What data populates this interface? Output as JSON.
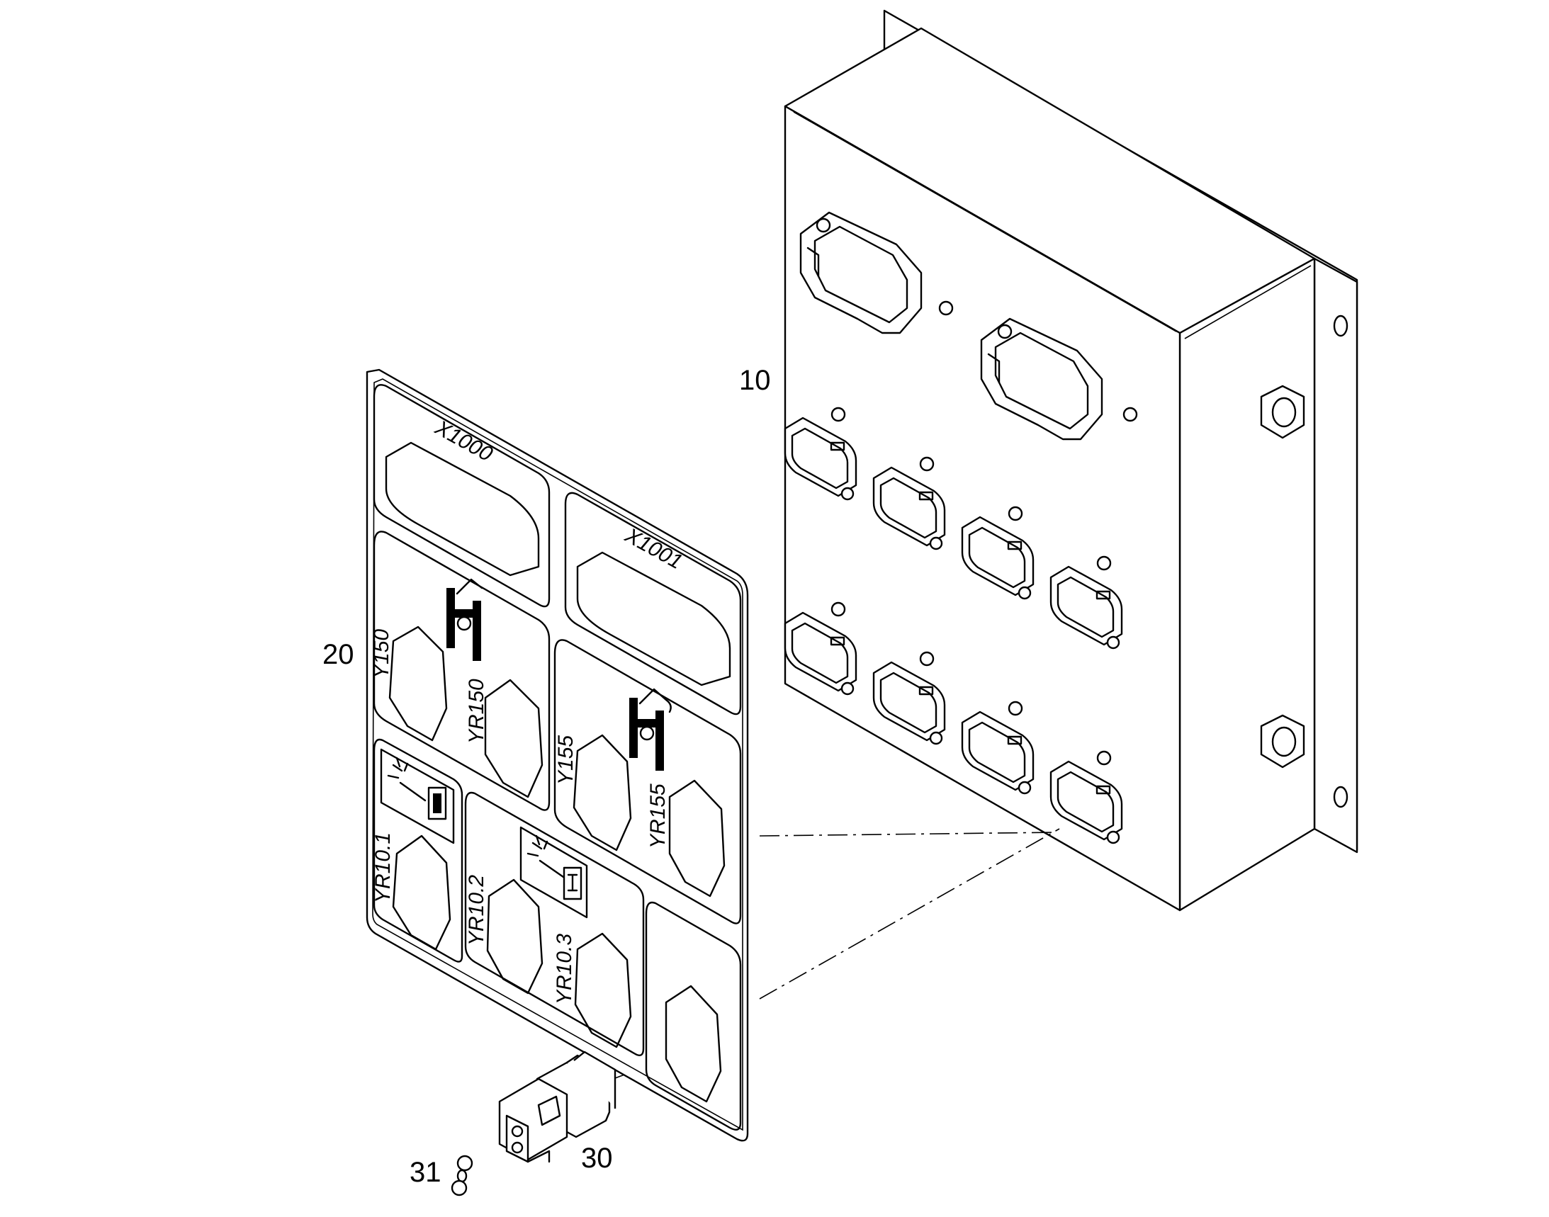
{
  "callouts": {
    "c10": "10",
    "c20": "20",
    "c30": "30",
    "c31": "31"
  },
  "decal": {
    "x1000": "X1000",
    "x1001": "X1001",
    "y150": "Y150",
    "yr150": "YR150",
    "y155": "Y155",
    "yr155": "YR155",
    "yr10_1": "YR10.1",
    "yr10_2": "YR10.2",
    "yr10_3": "YR10.3"
  },
  "icons": [
    "tractor-hitch-icon",
    "hydraulic-valve-icon",
    "light-switch-icon"
  ],
  "colors": {
    "line": "#000000",
    "background": "#ffffff"
  }
}
